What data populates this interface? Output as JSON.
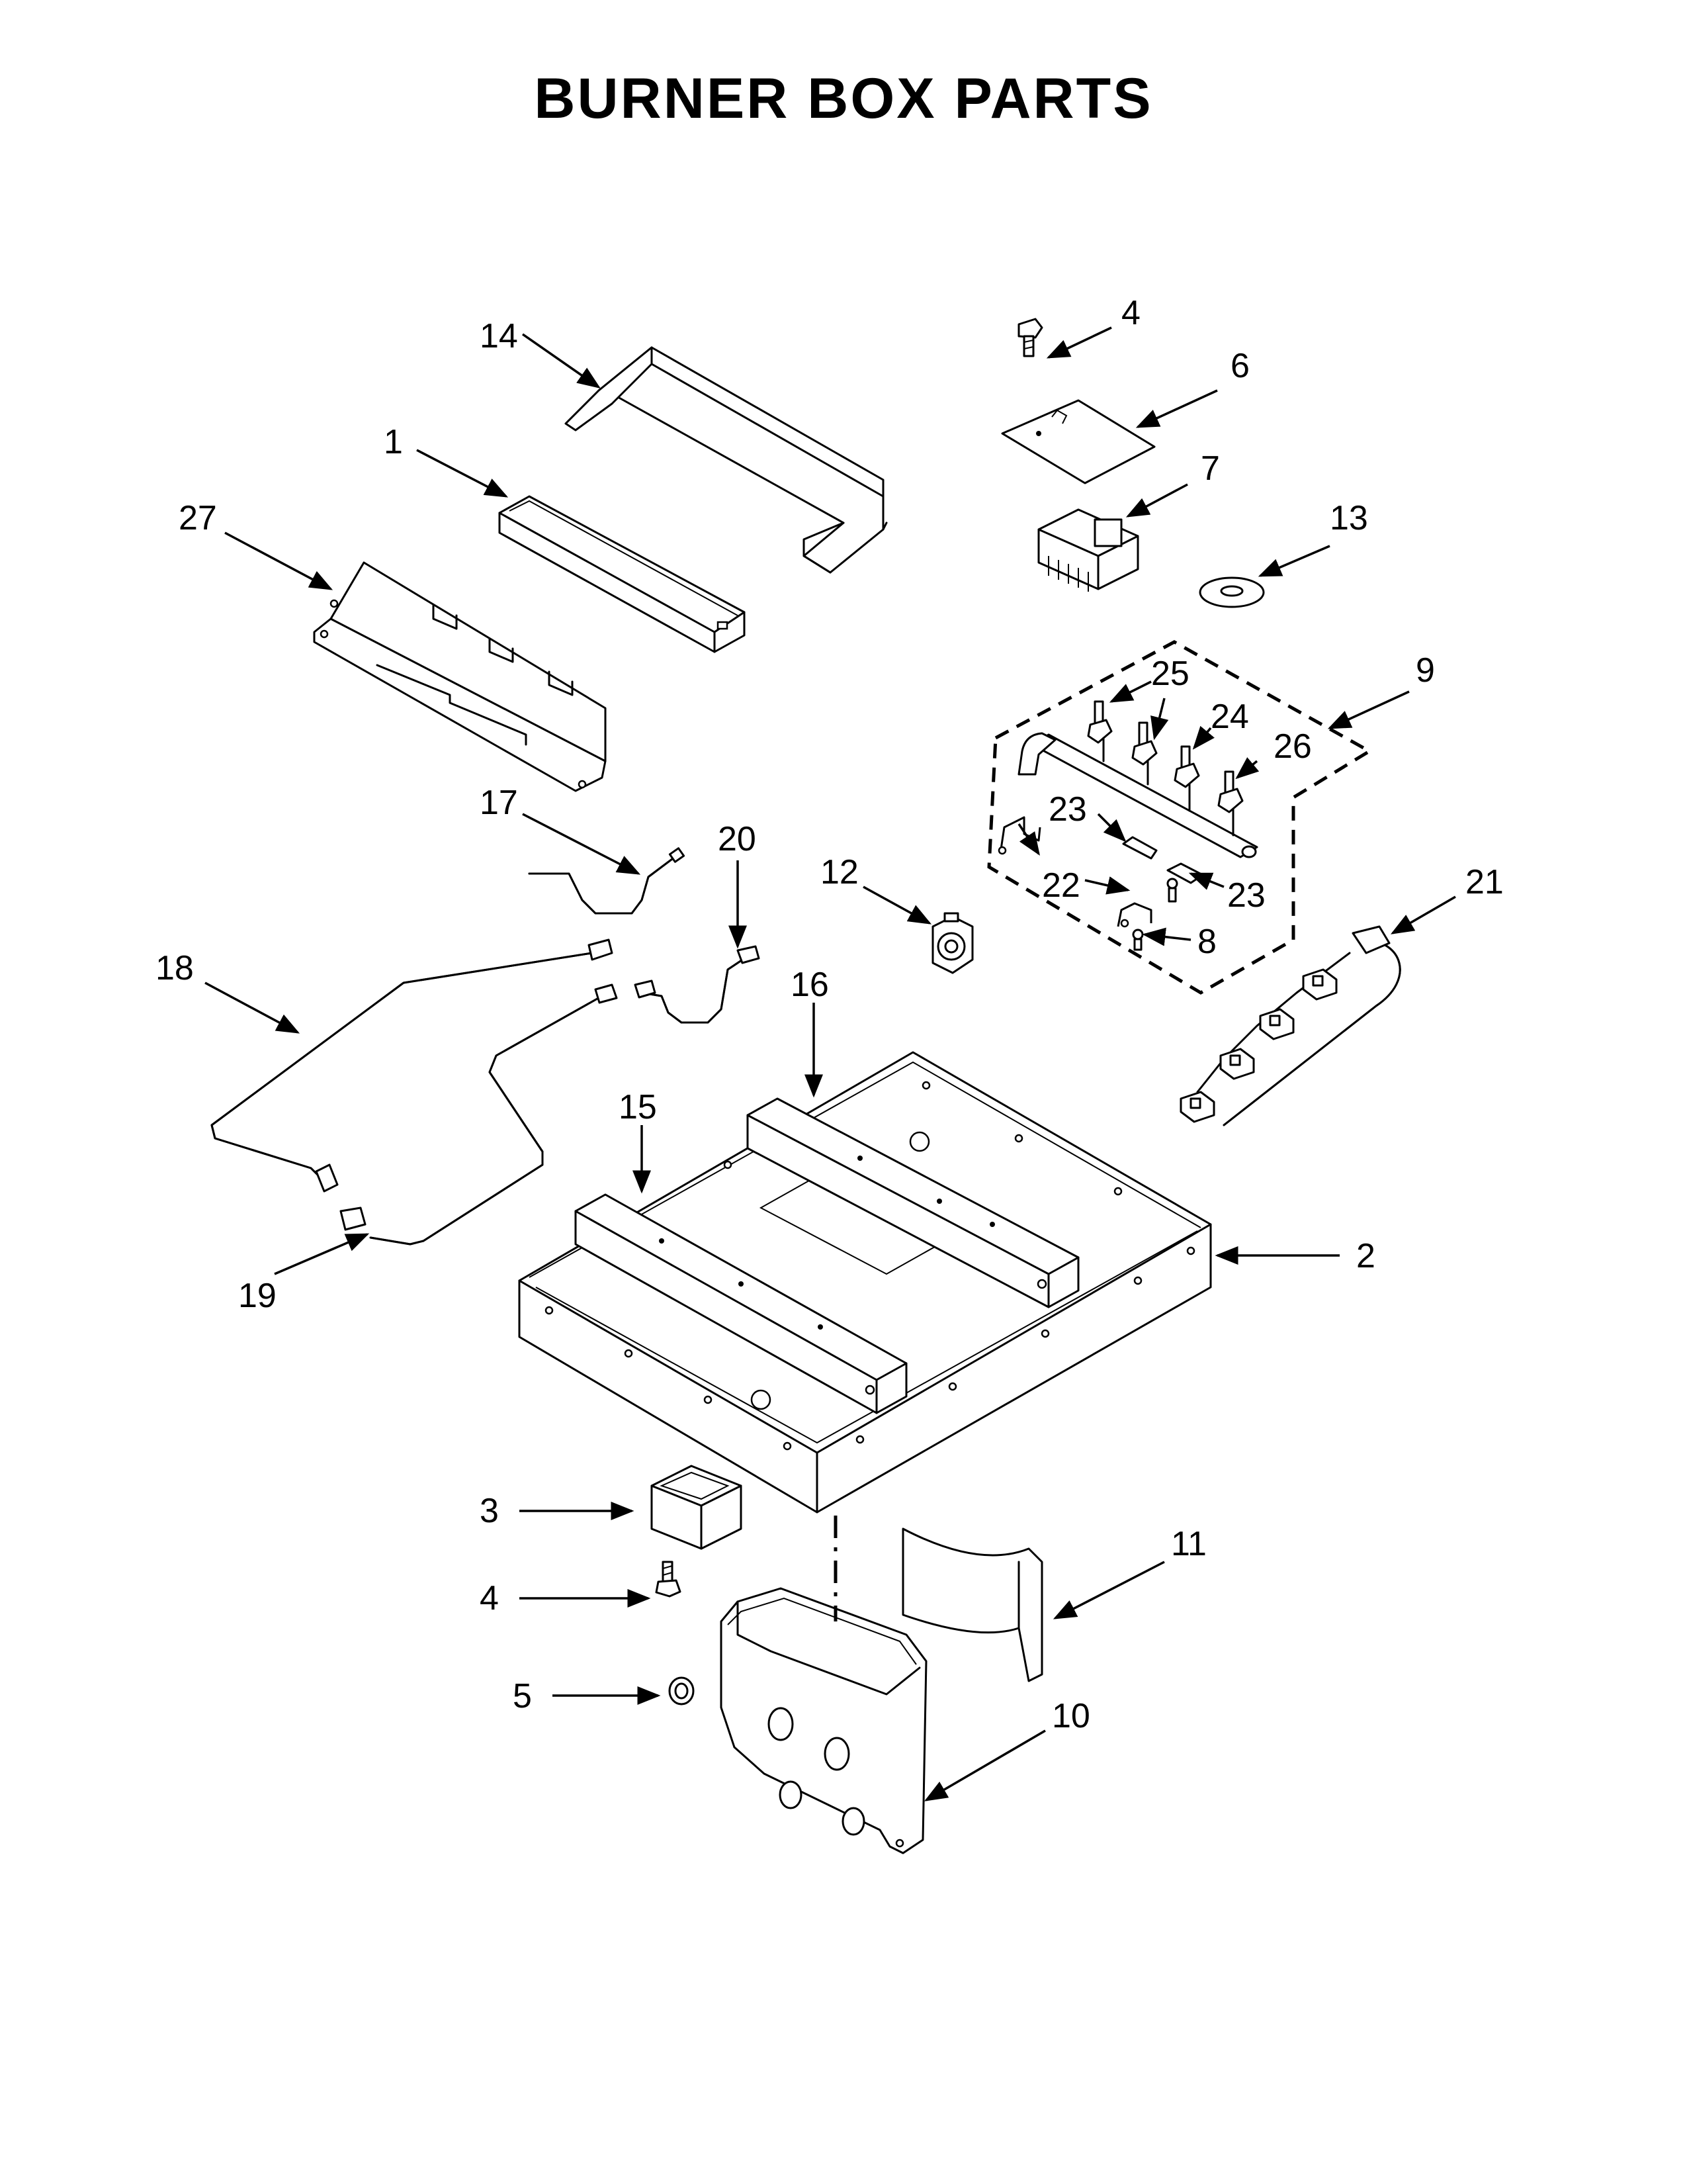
{
  "title": "BURNER BOX PARTS",
  "callouts": {
    "c1": "1",
    "c2": "2",
    "c3": "3",
    "c4a": "4",
    "c4b": "4",
    "c5": "5",
    "c6": "6",
    "c7": "7",
    "c8": "8",
    "c9": "9",
    "c10": "10",
    "c11": "11",
    "c12": "12",
    "c13": "13",
    "c14": "14",
    "c15": "15",
    "c16": "16",
    "c17": "17",
    "c18": "18",
    "c19": "19",
    "c20": "20",
    "c21": "21",
    "c22": "22",
    "c23a": "23",
    "c23b": "23",
    "c24": "24",
    "c25": "25",
    "c26": "26",
    "c27": "27"
  }
}
